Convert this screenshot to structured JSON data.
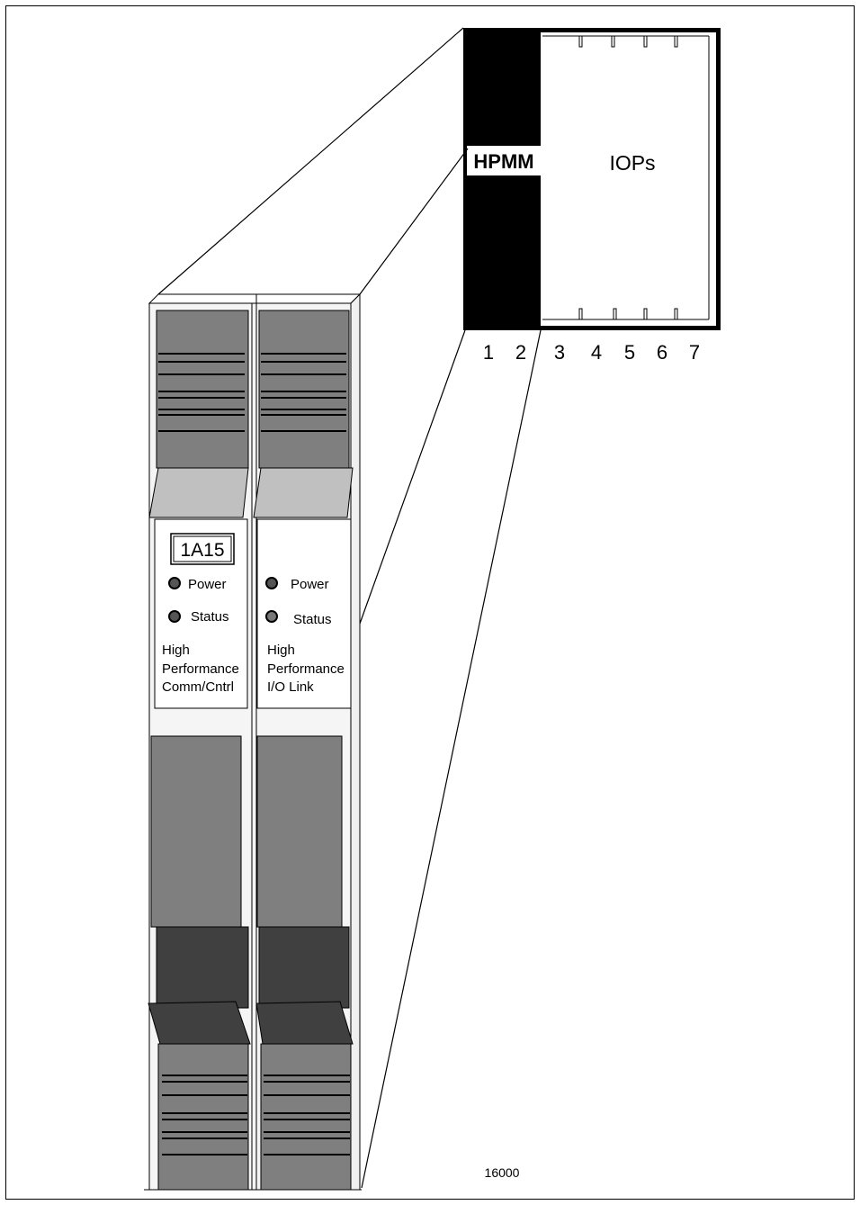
{
  "rack": {
    "hpmm_label": "HPMM",
    "iops_label": "IOPs",
    "slots": [
      "1",
      "2",
      "3",
      "4",
      "5",
      "6",
      "7"
    ]
  },
  "module_1": {
    "id_label": "1A15",
    "power_label": "Power",
    "status_label": "Status",
    "desc_line1": "High",
    "desc_line2": "Performance",
    "desc_line3": "Comm/Cntrl"
  },
  "module_2": {
    "power_label": "Power",
    "status_label": "Status",
    "desc_line1": "High",
    "desc_line2": "Performance",
    "desc_line3": "I/O Link"
  },
  "figure_number": "16000",
  "colors": {
    "vent_gray": "#7f7f7f",
    "tab_light": "#c0c0c0",
    "dark_panel": "#404040",
    "hpmm_black": "#000000"
  }
}
